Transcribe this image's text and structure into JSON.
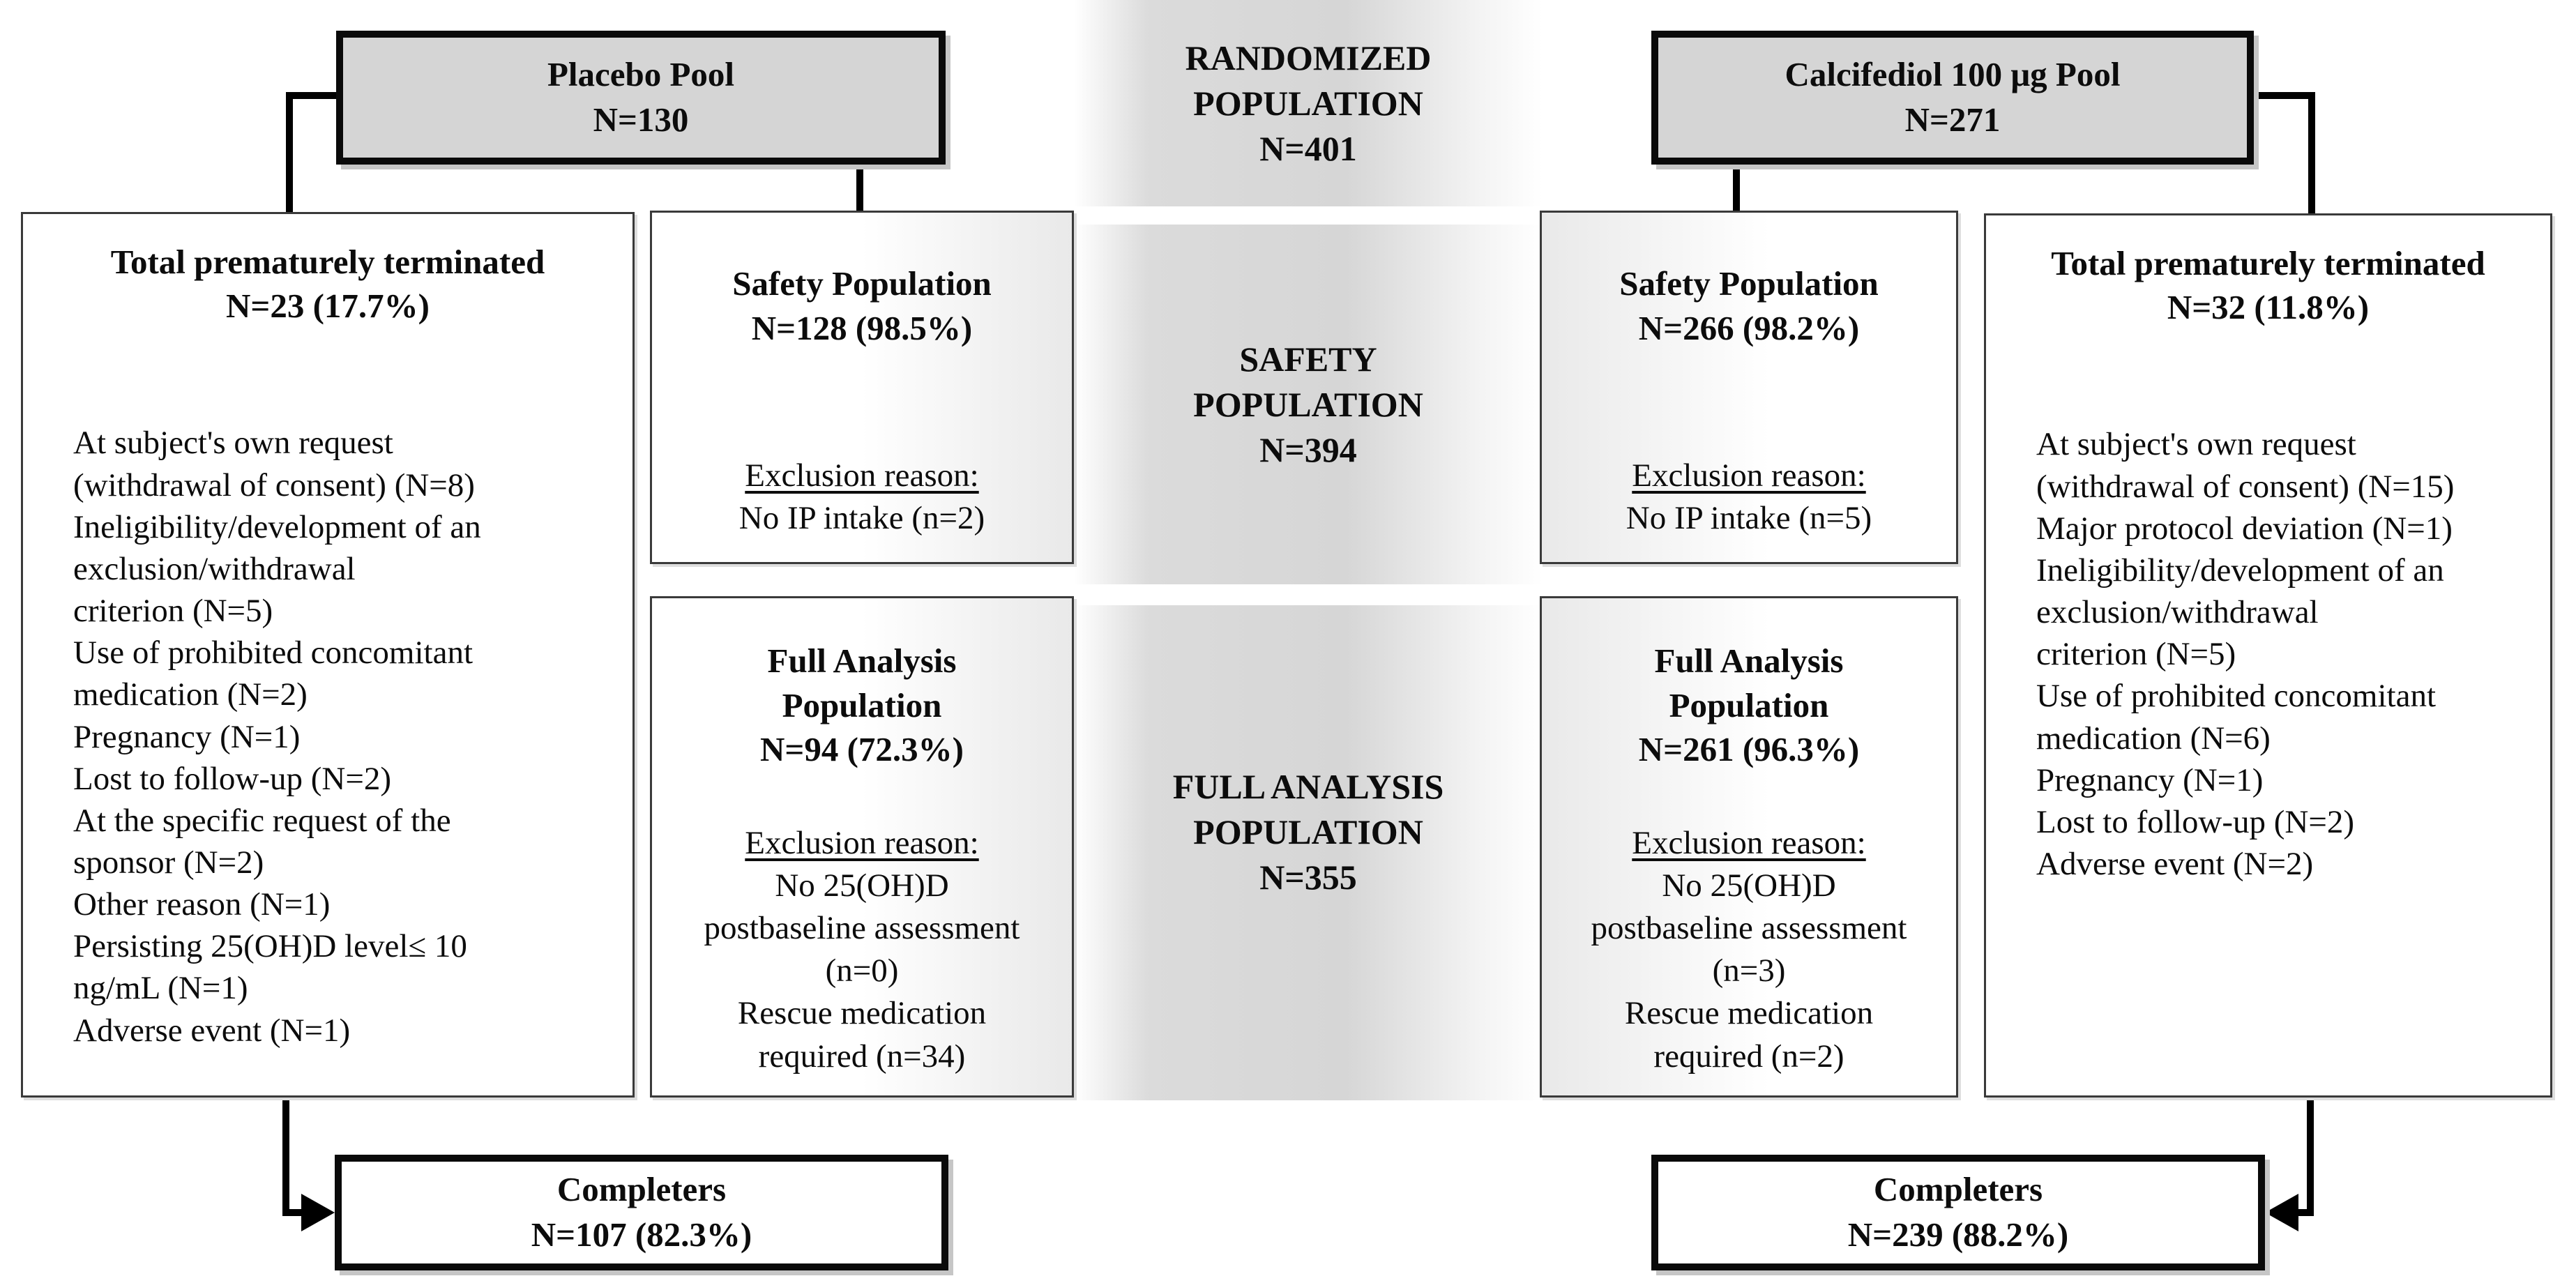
{
  "randomized": {
    "title": "RANDOMIZED POPULATION",
    "n": "N=401"
  },
  "pools": {
    "placebo": {
      "title": "Placebo Pool",
      "n": "N=130"
    },
    "calcifediol": {
      "title": "Calcifediol 100 μg Pool",
      "n": "N=271"
    }
  },
  "safety_band": {
    "title": "SAFETY POPULATION",
    "n": "N=394"
  },
  "fa_band": {
    "title": "FULL ANALYSIS POPULATION",
    "n": "N=355"
  },
  "terminated_left": {
    "title": "Total prematurely terminated",
    "n": "N=23 (17.7%)",
    "reasons": [
      "At subject's own request",
      "(withdrawal of consent) (N=8)",
      "Ineligibility/development of an",
      "exclusion/withdrawal",
      "criterion (N=5)",
      "Use of prohibited concomitant",
      "medication (N=2)",
      "Pregnancy (N=1)",
      "Lost to follow-up (N=2)",
      "At the specific request of the",
      "sponsor (N=2)",
      "Other reason (N=1)",
      "Persisting 25(OH)D level≤ 10",
      "ng/mL (N=1)",
      "Adverse event (N=1)"
    ]
  },
  "terminated_right": {
    "title": "Total prematurely terminated",
    "n": "N=32 (11.8%)",
    "reasons": [
      "At subject's own request",
      "(withdrawal of consent) (N=15)",
      "Major protocol deviation (N=1)",
      "Ineligibility/development of an",
      "exclusion/withdrawal",
      "criterion (N=5)",
      "Use of prohibited concomitant",
      "medication (N=6)",
      "Pregnancy (N=1)",
      "Lost to follow-up (N=2)",
      "Adverse event (N=2)"
    ]
  },
  "safety_left": {
    "title": "Safety Population",
    "n": "N=128 (98.5%)",
    "exclusion_label": "Exclusion reason:",
    "reasons": [
      "No IP intake (n=2)"
    ]
  },
  "safety_right": {
    "title": "Safety Population",
    "n": "N=266 (98.2%)",
    "exclusion_label": "Exclusion reason:",
    "reasons": [
      "No IP intake (n=5)"
    ]
  },
  "fa_left": {
    "title": "Full Analysis Population",
    "n": "N=94 (72.3%)",
    "exclusion_label": "Exclusion reason:",
    "reasons": [
      "No 25(OH)D",
      "postbaseline assessment",
      "(n=0)",
      "Rescue medication",
      "required (n=34)"
    ]
  },
  "fa_right": {
    "title": "Full Analysis Population",
    "n": "N=261 (96.3%)",
    "exclusion_label": "Exclusion reason:",
    "reasons": [
      "No 25(OH)D",
      "postbaseline assessment",
      "(n=3)",
      "Rescue medication",
      "required (n=2)"
    ]
  },
  "completers_left": {
    "title": "Completers",
    "n": "N=107 (82.3%)"
  },
  "completers_right": {
    "title": "Completers",
    "n": "N=239 (88.2%)"
  },
  "colors": {
    "pool_fill": "#d5d5d5",
    "band_gray": "#d6d6d6",
    "thick_border": "#0a0a0a",
    "thin_border": "#3a3a3a",
    "connector": "#000000"
  }
}
